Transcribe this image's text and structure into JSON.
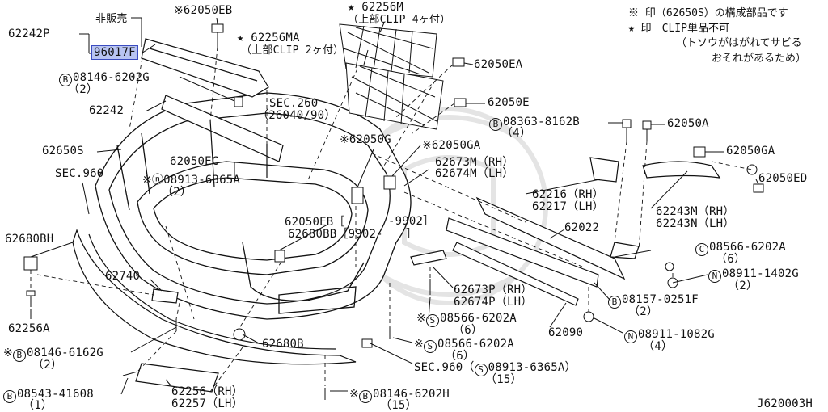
{
  "diagram_code": "J620003H",
  "notes": {
    "line1": "※ 印（62650S）の構成部品です",
    "line2": "★ 印　CLIP単品不可",
    "line3": "（トソウがはがれてサビる",
    "line4": "おそれがあるため）"
  },
  "labels": {
    "hiban": "非販売",
    "p62242P": "62242P",
    "p96017F": "96017F",
    "p62050EB_top": "※62050EB",
    "p62256M": "★ 62256M",
    "p62256M_sub": "（上部CLIP 4ヶ付）",
    "p62256MA": "★ 62256MA",
    "p62256MA_sub": "（上部CLIP 2ヶ付）",
    "p62050EA": "62050EA",
    "b08146_6202G": "08146-6202G",
    "q2a": "（2）",
    "sec260": "SEC.260",
    "sec260_sub": "（26040/90）",
    "p62050E": "62050E",
    "p62242": "62242",
    "b08363": "08363-8162B",
    "q4a": "（4）",
    "p62050A": "62050A",
    "p62650S": "62650S",
    "p62050G": "※62050G",
    "p62050GA_mid": "※62050GA",
    "p62050GA_r": "62050GA",
    "p62050EC": "62050EC",
    "sec960": "SEC.960",
    "p62673M": "62673M（RH）",
    "p62674M": "62674M（LH）",
    "p62050ED": "62050ED",
    "n08913_top": "※ⓝ08913-6365A",
    "q2b": "（2）",
    "p62216": "62216（RH）",
    "p62217": "62217（LH）",
    "p62243M": "62243M（RH）",
    "p62243N": "62243N（LH）",
    "p9902": "-9902］",
    "p62680BH": "62680BH",
    "p62050EB_mid": "62050EB［",
    "p62680BB": "62680BB［9902-　　］",
    "p62022": "62022",
    "c08566_r": "08566-6202A",
    "q6a": "（6）",
    "p62740": "62740",
    "n08911_1402G": "08911-1402G",
    "q2c": "（2）",
    "p62673P": "62673P（RH）",
    "p62674P": "62674P（LH）",
    "b08157": "08157-0251F",
    "q2d": "（2）",
    "p62256A": "62256A",
    "s08566_mid": "08566-6202A",
    "q6b": "（6）",
    "p62090": "62090",
    "n08911_1082G": "08911-1082G",
    "q4b": "（4）",
    "b08146_6162G": "08146-6162G",
    "q2e": "（2）",
    "p62680B": "62680B",
    "s08566_low": "08566-6202A",
    "q6c": "（6）",
    "sec960_b": "SEC.960",
    "s08913_low": "08913-6365A）",
    "q15a": "（15）",
    "p62256RH": "62256（RH）",
    "p62257LH": "62257（LH）",
    "b08543": "08543-41608",
    "q1": "（1）",
    "b08146_6202H": "08146-6202H",
    "q15b": "（15）"
  },
  "colors": {
    "line": "#111111",
    "highlight_bg": "#b8c4f2",
    "highlight_border": "#3b4cc0",
    "watermark": "#e6e6e6"
  }
}
